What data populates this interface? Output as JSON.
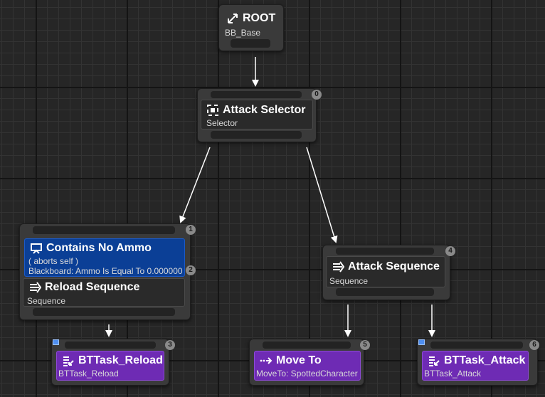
{
  "nodes": {
    "root": {
      "title": "ROOT",
      "subtitle": "BB_Base"
    },
    "attack_selector": {
      "title": "Attack Selector",
      "subtitle": "Selector",
      "index": "0"
    },
    "reload_group": {
      "index": "1"
    },
    "contains_no_ammo": {
      "title": "Contains No Ammo",
      "line1": "( aborts self )",
      "line2": "Blackboard: Ammo Is Equal To 0.000000",
      "index": "2"
    },
    "reload_sequence": {
      "title": "Reload Sequence",
      "subtitle": "Sequence"
    },
    "bttask_reload": {
      "title": "BTTask_Reload",
      "subtitle": "BTTask_Reload",
      "index": "3"
    },
    "attack_sequence": {
      "title": "Attack Sequence",
      "subtitle": "Sequence",
      "index": "4"
    },
    "move_to": {
      "title": "Move To",
      "subtitle": "MoveTo: SpottedCharacter",
      "index": "5"
    },
    "bttask_attack": {
      "title": "BTTask_Attack",
      "subtitle": "BTTask_Attack",
      "index": "6"
    }
  },
  "icons": {
    "root": "root-arrows-icon",
    "selector": "selector-frame-icon",
    "decorator": "blackboard-monitor-icon",
    "sequence": "sequence-arrows-icon",
    "task": "task-list-icon",
    "move_to": "move-to-icon"
  },
  "colors": {
    "decorator": "#0b3f96",
    "task": "#6e2bb4",
    "node": "#3a3a3a",
    "wire": "#ffffff"
  },
  "edges": [
    [
      "root",
      "attack_selector"
    ],
    [
      "attack_selector",
      "reload_group"
    ],
    [
      "attack_selector",
      "attack_sequence"
    ],
    [
      "reload_group",
      "bttask_reload"
    ],
    [
      "attack_sequence",
      "move_to"
    ],
    [
      "attack_sequence",
      "bttask_attack"
    ]
  ]
}
